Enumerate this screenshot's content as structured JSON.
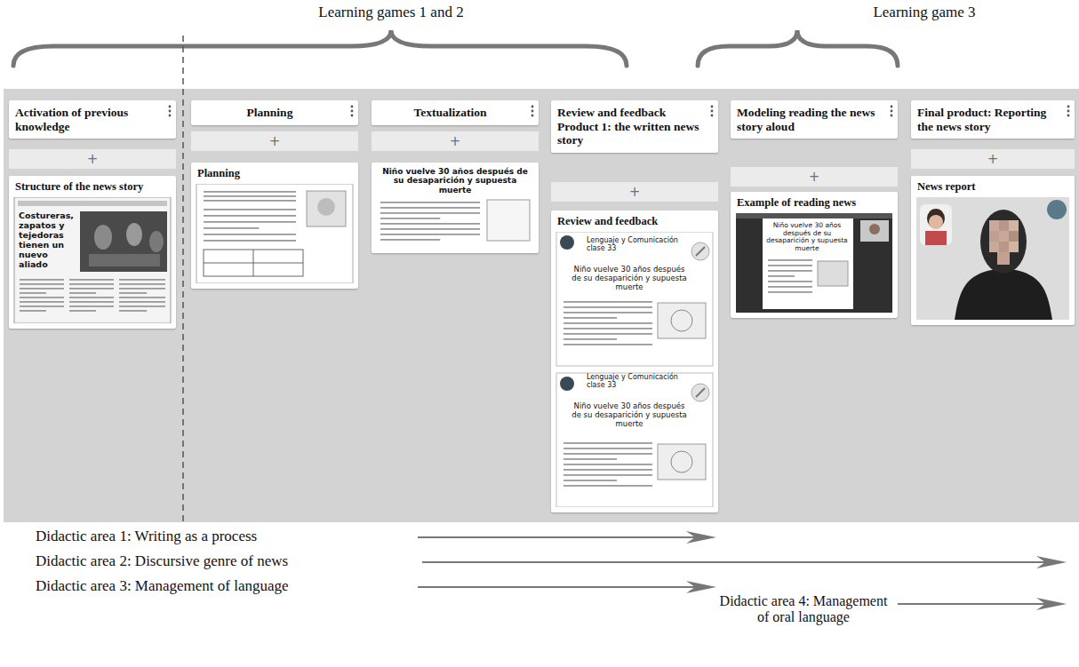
{
  "diagram": {
    "nodes": [
      {
        "text": [
          "Activation of previous knowledge"
        ]
      },
      {
        "text": [
          "+"
        ]
      },
      {
        "text": [
          "Structure of the news story"
        ]
      },
      {
        "text": [
          "Planning"
        ]
      },
      {
        "text": [
          "+"
        ]
      },
      {
        "text": [
          "Planning"
        ]
      },
      {
        "text": [
          "Textualization"
        ]
      },
      {
        "text": [
          "+"
        ]
      },
      {
        "text": [
          "Niño vuelve 30 años después de su desaparición y supuesta muerte"
        ]
      },
      {
        "text": [
          "Review and feedback Product 1: the written news story"
        ]
      },
      {
        "text": [
          "+"
        ]
      },
      {
        "text": [
          "Review and feedback"
        ]
      },
      {
        "text": [
          "Modeling reading the news story aloud"
        ]
      },
      {
        "text": [
          "+"
        ]
      },
      {
        "text": [
          "Example of reading news"
        ]
      },
      {
        "text": [
          "Final product: Reporting the news story"
        ]
      },
      {
        "text": [
          "+"
        ]
      },
      {
        "text": [
          "News report"
        ]
      }
    ],
    "labels": [
      "Learning games 1 and 2",
      "Learning game 3",
      "Costureras, zapatos y tejedoras tienen un nuevo aliado",
      "Lenguaje y Comunicación clase 33",
      "Niño vuelve 30 años después de su desaparición y supuesta muerte",
      "Lenguaje y Comunicación clase 33",
      "Niño vuelve 30 años después de su desaparición y supuesta muerte",
      "Niño vuelve 30 años después de su desaparición y supuesta muerte",
      "Didactic area 1: Writing as a process",
      "Didactic area 2: Discursive genre of news",
      "Didactic area 3: Management of language",
      "Didactic area 4: Management of oral language"
    ]
  }
}
